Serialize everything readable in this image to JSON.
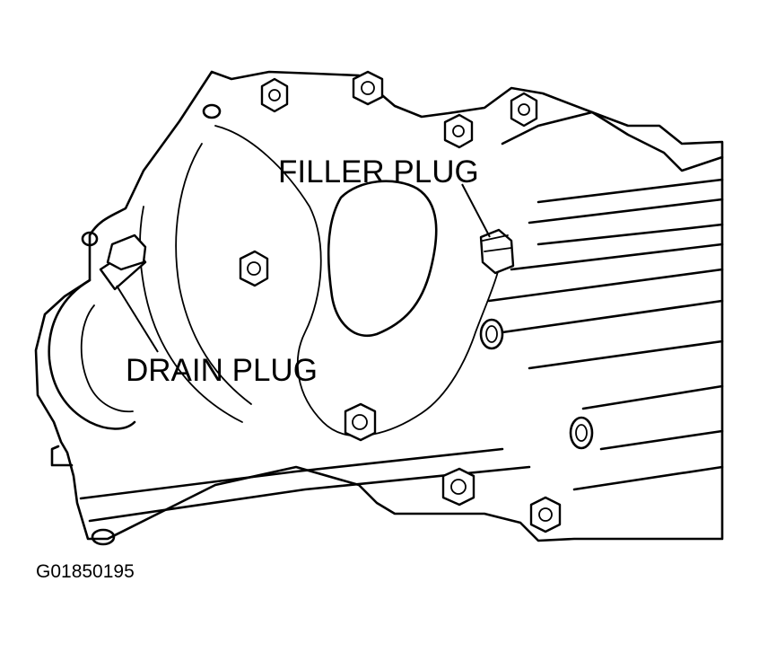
{
  "labels": {
    "filler_plug": "FILLER PLUG",
    "drain_plug": "DRAIN PLUG",
    "figure_id": "G01850195"
  }
}
